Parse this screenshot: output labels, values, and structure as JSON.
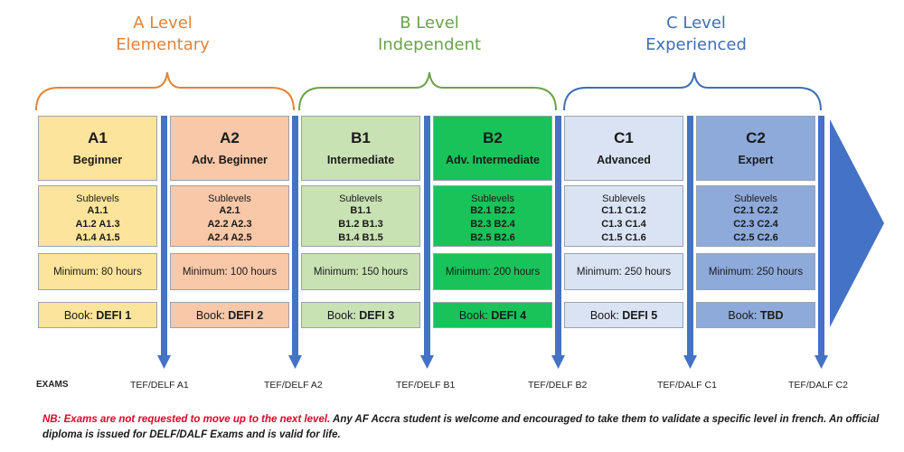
{
  "groups": [
    {
      "line1": "A Level",
      "line2": "Elementary",
      "color": "#e0843c"
    },
    {
      "line1": "B Level",
      "line2": "Independent",
      "color": "#6aa34a"
    },
    {
      "line1": "C Level",
      "line2": "Experienced",
      "color": "#3f6fb5"
    }
  ],
  "levels": [
    {
      "code": "A1",
      "name": "Beginner",
      "sublevels_title": "Sublevels",
      "sublevels": [
        "A1.1",
        "A1.2 A1.3",
        "A1.4 A1.5"
      ],
      "minimum": "Minimum:  80 hours",
      "book_label": "Book: ",
      "book": "DEFI 1",
      "fill": "#fde49b",
      "fill_light": "#fde49b"
    },
    {
      "code": "A2",
      "name": "Adv. Beginner",
      "sublevels_title": "Sublevels",
      "sublevels": [
        "A2.1",
        "A2.2 A2.3",
        "A2.4 A2.5"
      ],
      "minimum": "Minimum:  100 hours",
      "book_label": "Book: ",
      "book": "DEFI 2",
      "fill": "#f8c8a8",
      "fill_light": "#f8c8a8"
    },
    {
      "code": "B1",
      "name": "Intermediate",
      "sublevels_title": "Sublevels",
      "sublevels": [
        "B1.1",
        "B1.2 B1.3",
        "B1.4 B1.5"
      ],
      "minimum": "Minimum:  150 hours",
      "book_label": "Book: ",
      "book": "DEFI 3",
      "fill": "#c9e2b4",
      "fill_light": "#c9e2b4"
    },
    {
      "code": "B2",
      "name": "Adv. Intermediate",
      "sublevels_title": "Sublevels",
      "sublevels": [
        "B2.1 B2.2",
        "B2.3 B2.4",
        "B2.5 B2.6"
      ],
      "minimum": "Minimum:  200 hours",
      "book_label": "Book: ",
      "book": "DEFI 4",
      "fill": "#18c35a",
      "fill_light": "#18c35a"
    },
    {
      "code": "C1",
      "name": "Advanced",
      "sublevels_title": "Sublevels",
      "sublevels": [
        "C1.1 C1.2",
        "C1.3 C1.4",
        "C1.5 C1.6"
      ],
      "minimum": "Minimum:  250 hours",
      "book_label": "Book: ",
      "book": "DEFI 5",
      "fill": "#dae3f3",
      "fill_light": "#dae3f3"
    },
    {
      "code": "C2",
      "name": "Expert",
      "sublevels_title": "Sublevels",
      "sublevels": [
        "C2.1 C2.2",
        "C2.3 C2.4",
        "C2.5 C2.6"
      ],
      "minimum": "Minimum:  250 hours",
      "book_label": "Book: ",
      "book": "TBD",
      "fill": "#8eaadb",
      "fill_light": "#8eaadb"
    }
  ],
  "exams": {
    "label": "EXAMS",
    "items": [
      "TEF/DELF A1",
      "TEF/DELF A2",
      "TEF/DELF B1",
      "TEF/DELF B2",
      "TEF/DALF C1",
      "TEF/DALF C2"
    ]
  },
  "note": {
    "red": "NB: Exams are not requested to move up to the next level.",
    "rest": " Any AF Accra student is welcome and encouraged to take them to validate a specific level in french. An official diploma is issued for DELF/DALF Exams and is valid for life."
  },
  "colors": {
    "divider": "#4472c4",
    "arrow": "#4472c4"
  }
}
